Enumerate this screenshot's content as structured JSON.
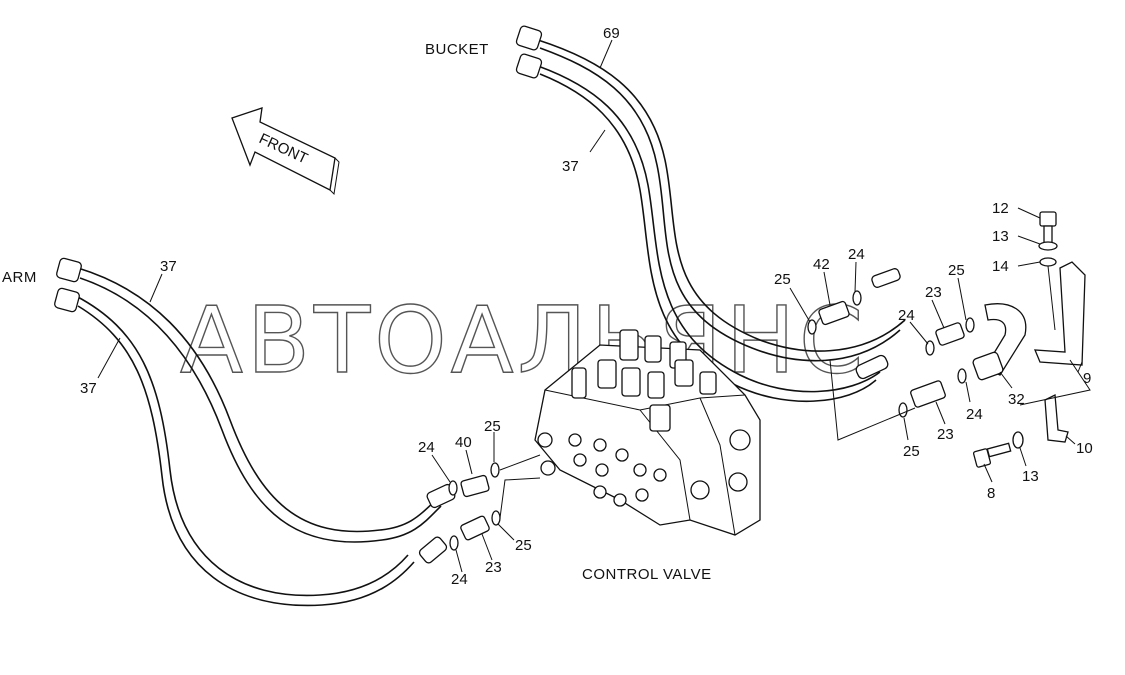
{
  "diagram": {
    "watermark": "АВТОАЛЬЯНС",
    "labels": {
      "bucket": "BUCKET",
      "arm": "ARM",
      "front": "FRONT",
      "control_valve": "CONTROL VALVE"
    },
    "part_numbers": {
      "p69": "69",
      "p37_top": "37",
      "p37_arm_upper": "37",
      "p37_arm_lower": "37",
      "p25_a": "25",
      "p42": "42",
      "p24_a": "24",
      "p25_b": "25",
      "p23_a": "23",
      "p24_b": "24",
      "p12": "12",
      "p13_a": "13",
      "p14": "14",
      "p9": "9",
      "p32": "32",
      "p24_c": "24",
      "p23_b": "23",
      "p25_c": "25",
      "p10": "10",
      "p13_b": "13",
      "p8": "8",
      "p24_d": "24",
      "p40": "40",
      "p25_d": "25",
      "p25_e": "25",
      "p23_c": "23",
      "p24_e": "24"
    }
  }
}
